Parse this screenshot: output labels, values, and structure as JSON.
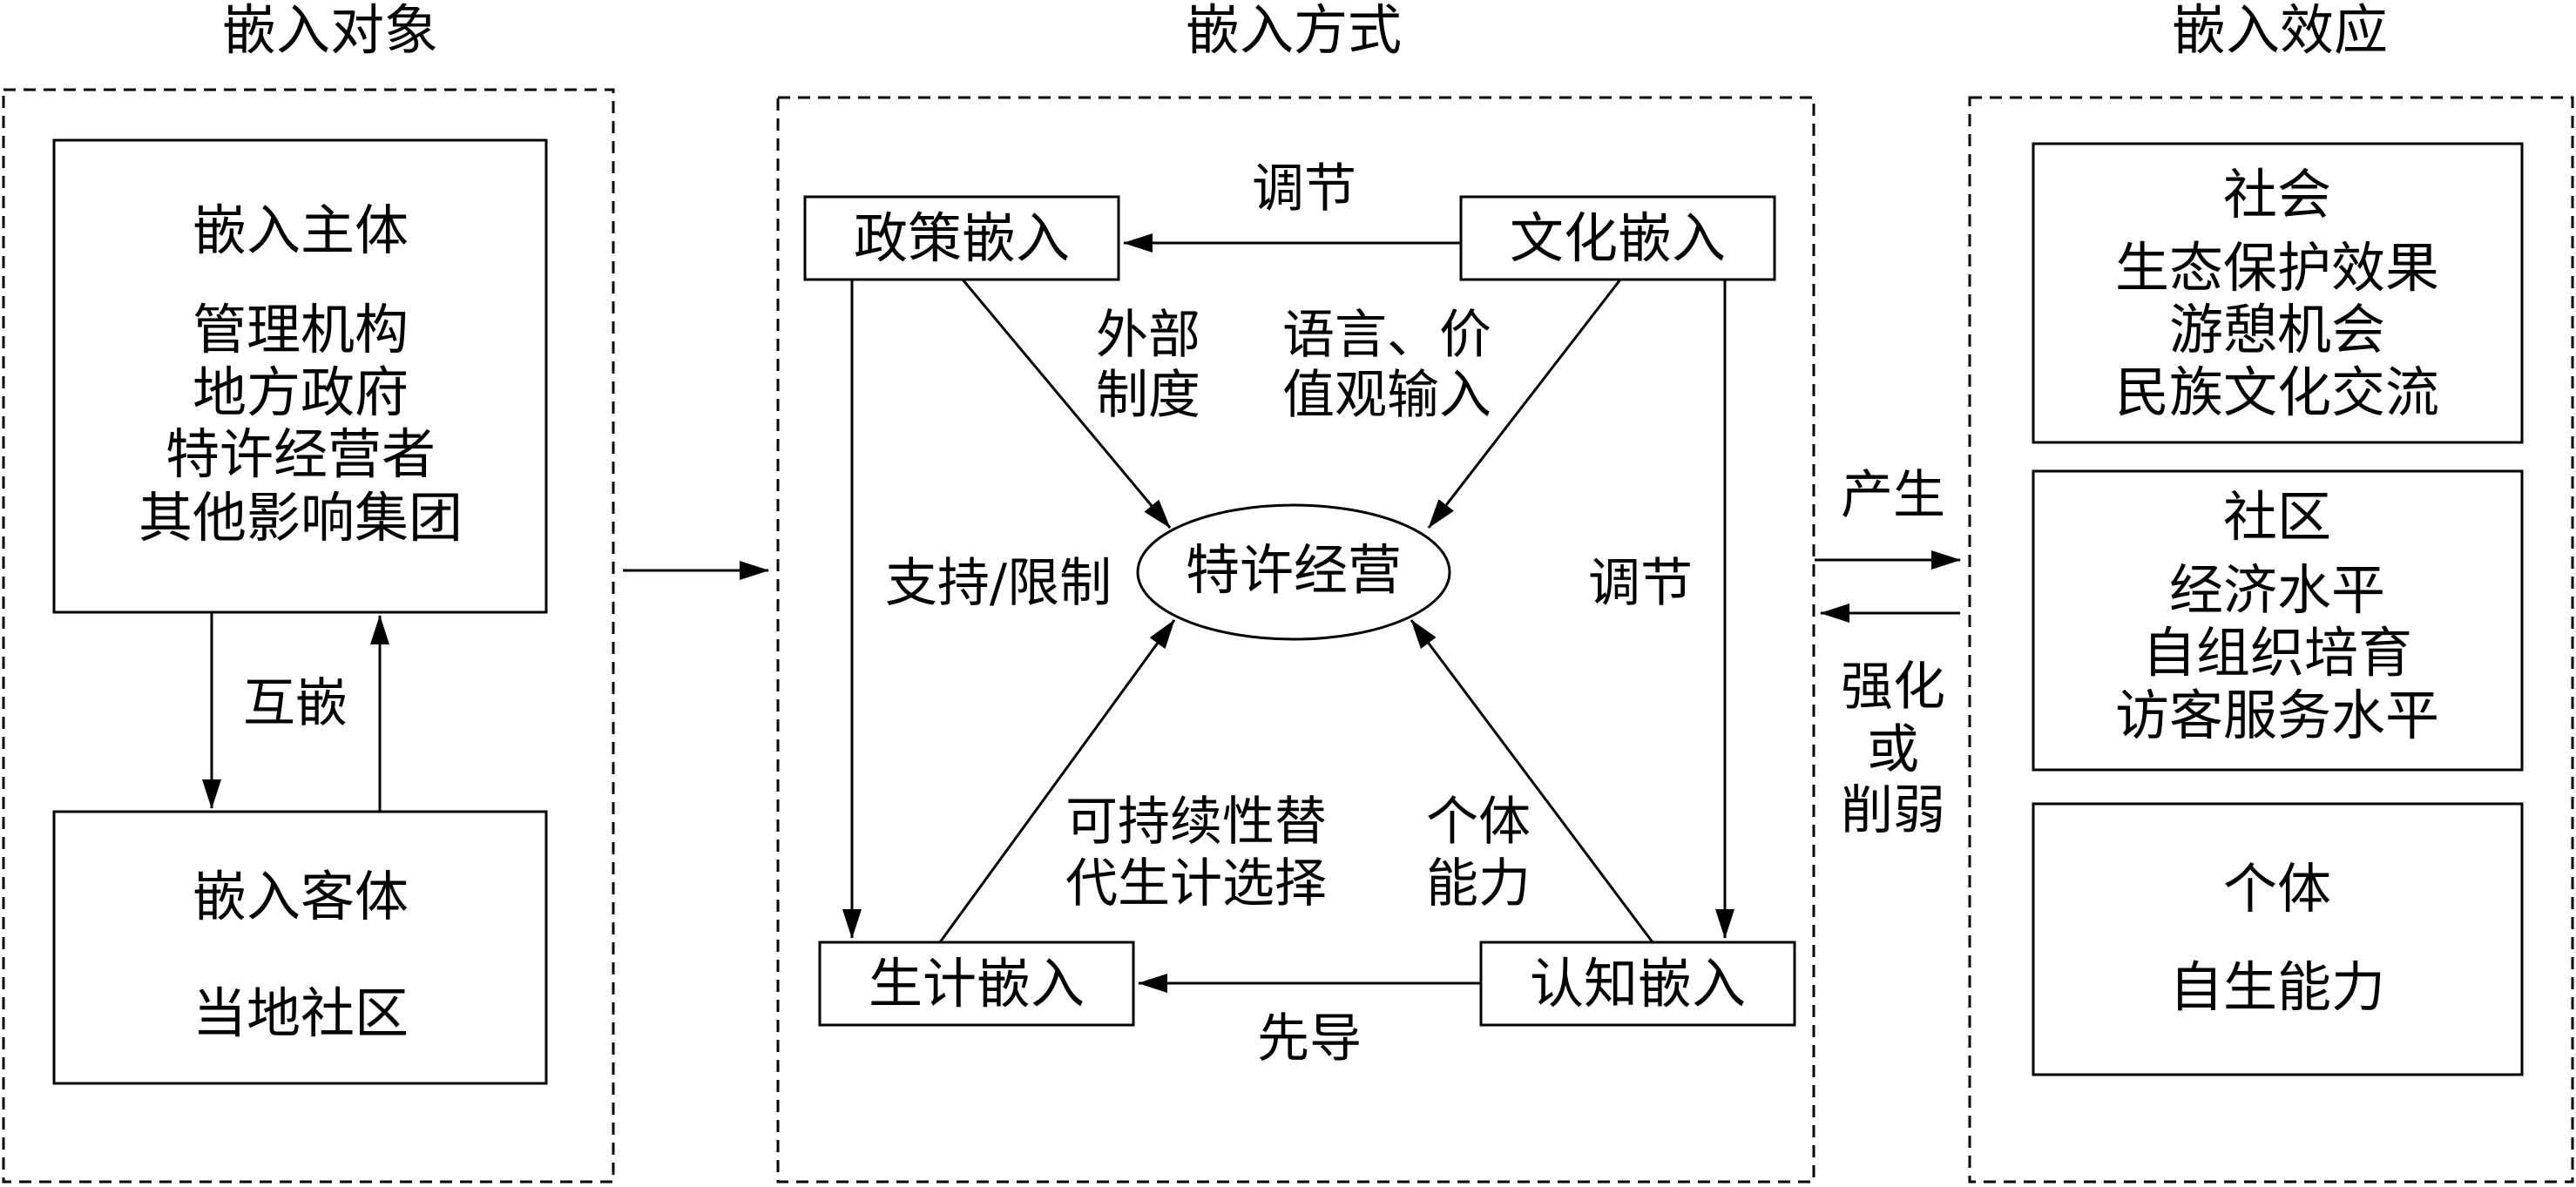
{
  "headers": {
    "objects": "嵌入对象",
    "methods": "嵌入方式",
    "effects": "嵌入效应"
  },
  "left": {
    "subject_title": "嵌入主体",
    "subject_items": [
      "管理机构",
      "地方政府",
      "特许经营者",
      "其他影响集团"
    ],
    "mutual_label": "互嵌",
    "object_title": "嵌入客体",
    "object_item": "当地社区"
  },
  "center": {
    "policy": "政策嵌入",
    "culture": "文化嵌入",
    "livelihood": "生计嵌入",
    "cognition": "认知嵌入",
    "core": "特许经营",
    "top_label": "调节",
    "bottom_label": "先导",
    "left_label": "支持/限制",
    "right_label": "调节",
    "policy_diag": [
      "外部",
      "制度"
    ],
    "culture_diag": [
      "语言、价",
      "值观输入"
    ],
    "livelihood_diag": [
      "可持续性替",
      "代生计选择"
    ],
    "cognition_diag": [
      "个体",
      "能力"
    ]
  },
  "bridge": {
    "produce": "产生",
    "feedback": [
      "强化",
      "或",
      "削弱"
    ]
  },
  "right": {
    "society_title": "社会",
    "society_items": [
      "生态保护效果",
      "游憩机会",
      "民族文化交流"
    ],
    "community_title": "社区",
    "community_items": [
      "经济水平",
      "自组织培育",
      "访客服务水平"
    ],
    "individual_title": "个体",
    "individual_item": "自生能力"
  },
  "colors": {
    "line": "#000000",
    "background": "#ffffff"
  }
}
